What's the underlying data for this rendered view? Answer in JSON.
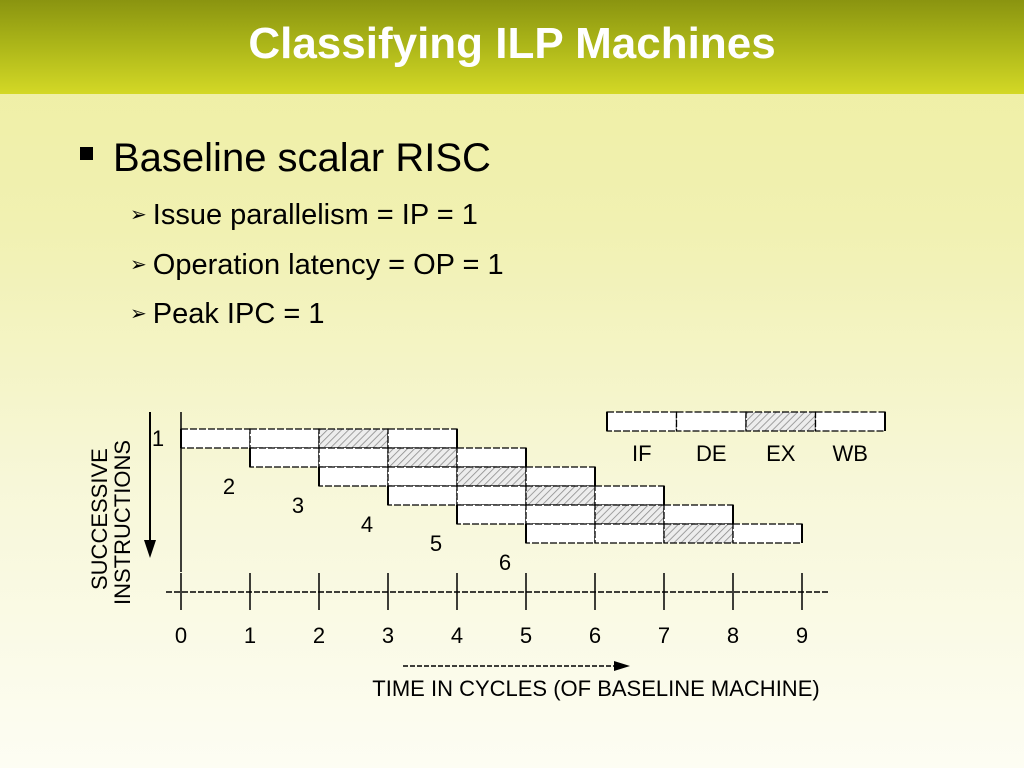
{
  "slide": {
    "title": "Classifying ILP Machines",
    "bullet": "Baseline scalar RISC",
    "sub_bullets": [
      "Issue parallelism = IP = 1",
      "Operation latency = OP = 1",
      "Peak IPC = 1"
    ]
  },
  "diagram": {
    "y_axis_label_line1": "SUCCESSIVE",
    "y_axis_label_line2": "INSTRUCTIONS",
    "x_axis_label": "TIME IN CYCLES (OF BASELINE MACHINE)",
    "x_ticks": [
      "0",
      "1",
      "2",
      "3",
      "4",
      "5",
      "6",
      "7",
      "8",
      "9"
    ],
    "instructions": [
      "1",
      "2",
      "3",
      "4",
      "5",
      "6"
    ],
    "stages": [
      "IF",
      "DE",
      "EX",
      "WB"
    ],
    "shaded_stage": "EX",
    "instruction_start_cycles": [
      0,
      1,
      2,
      3,
      4,
      5
    ],
    "cycles_per_stage": 1
  }
}
